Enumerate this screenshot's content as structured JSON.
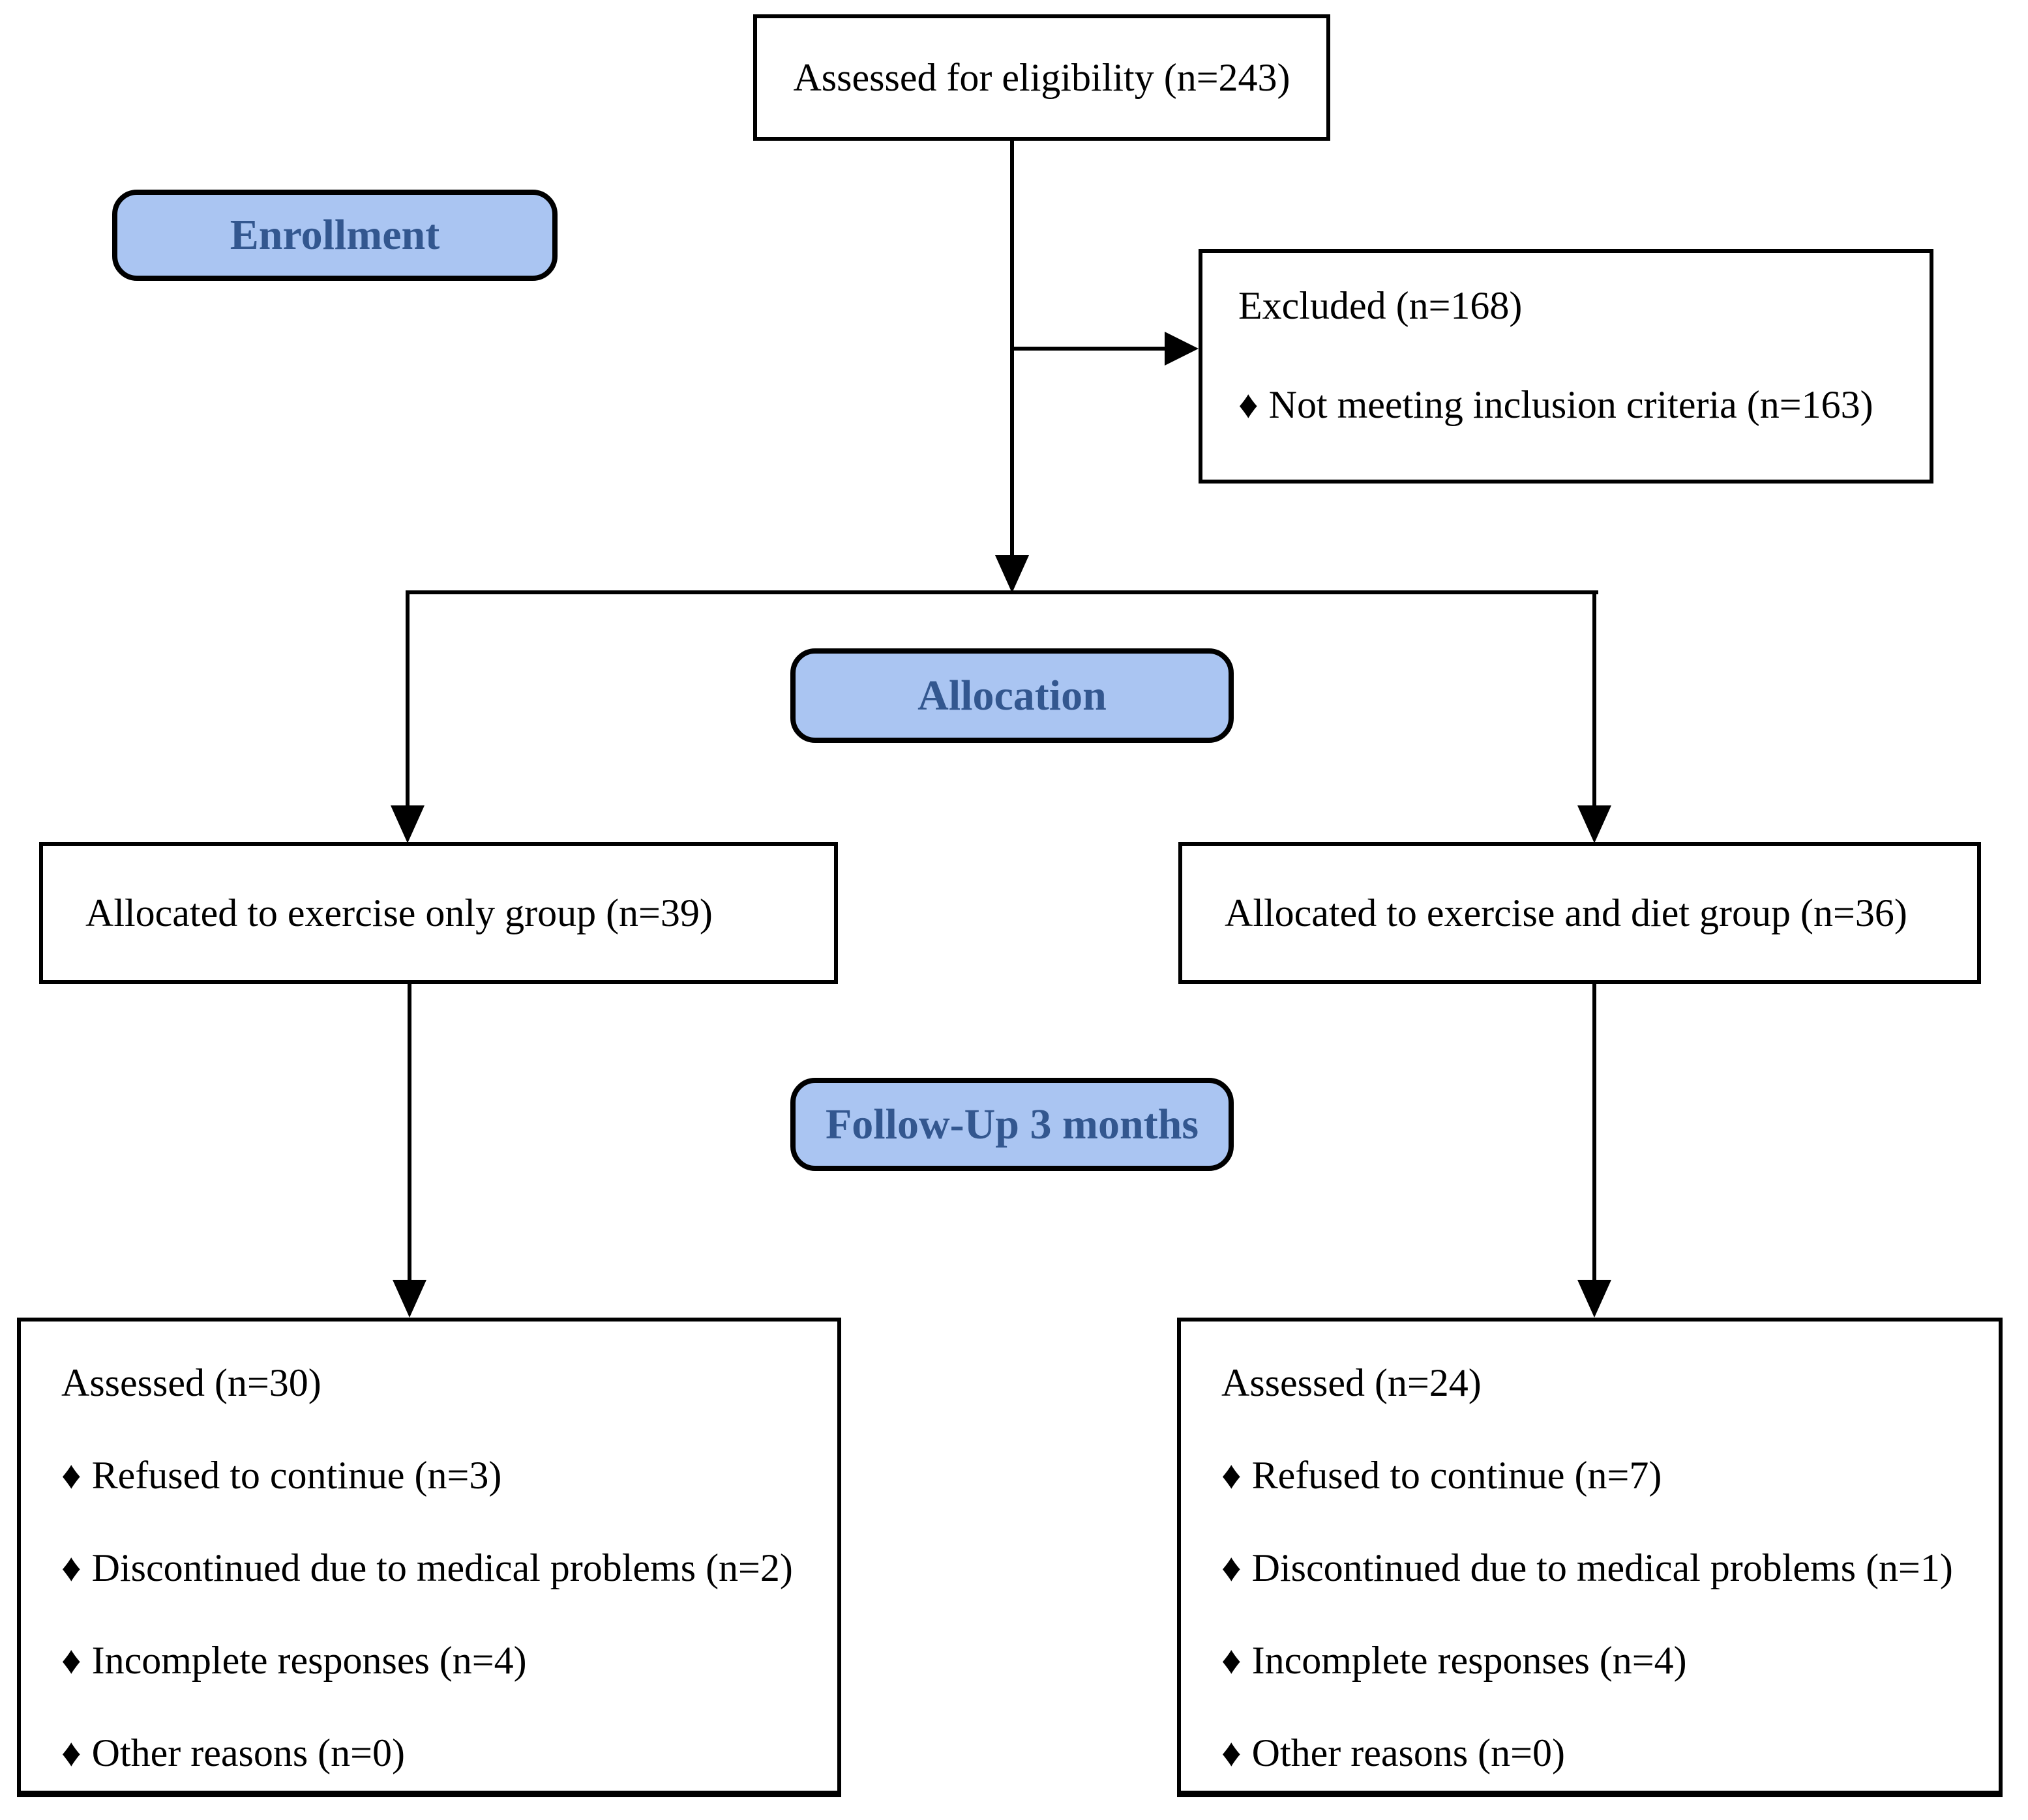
{
  "colors": {
    "stage_fill": "#aac5f2",
    "stage_text": "#33578f",
    "line": "#000000",
    "box_background": "#ffffff"
  },
  "bullet": "♦",
  "flow": {
    "eligibility": "Assessed for eligibility (n=243)",
    "stages": {
      "enrollment": "Enrollment",
      "allocation": "Allocation",
      "followup": "Follow-Up 3 months"
    },
    "excluded": {
      "title": "Excluded (n=168)",
      "items": [
        "Not meeting inclusion criteria (n=163)"
      ]
    },
    "alloc_left": "Allocated to exercise only group (n=39)",
    "alloc_right": "Allocated to exercise and diet group (n=36)",
    "followup_left": {
      "title": "Assessed (n=30)",
      "items": [
        "Refused to continue (n=3)",
        "Discontinued due to medical problems (n=2)",
        "Incomplete responses (n=4)",
        "Other reasons (n=0)"
      ]
    },
    "followup_right": {
      "title": "Assessed (n=24)",
      "items": [
        "Refused to continue (n=7)",
        "Discontinued due to medical problems (n=1)",
        "Incomplete responses (n=4)",
        "Other reasons (n=0)"
      ]
    }
  }
}
